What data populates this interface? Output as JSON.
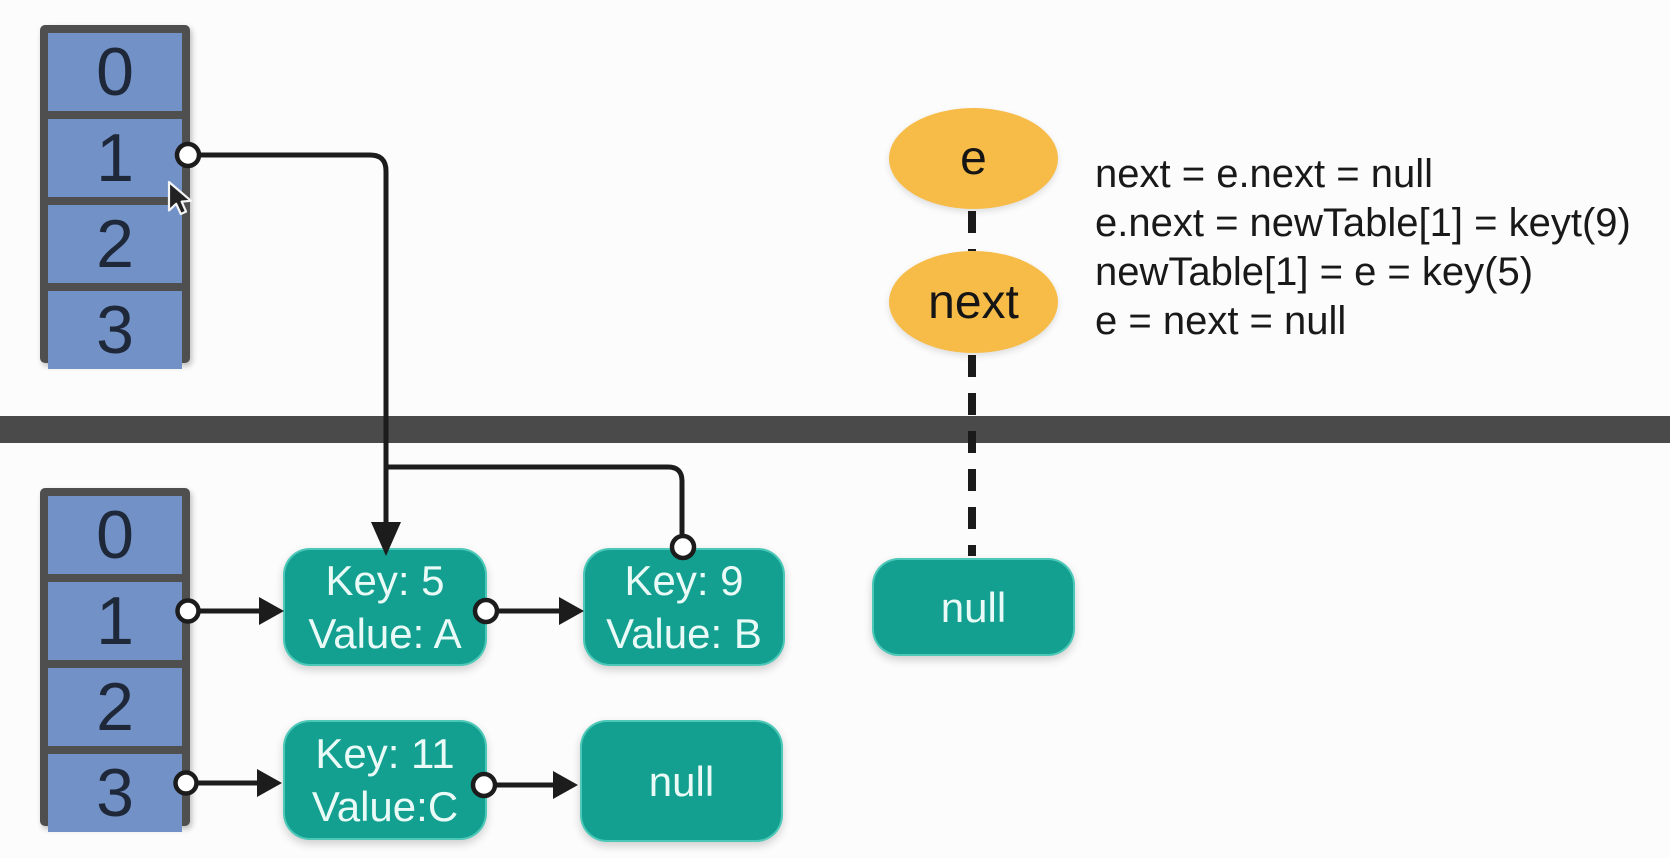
{
  "canvas": {
    "background": "#FCFCFC"
  },
  "colors": {
    "array_cell_fill": "#7191C7",
    "array_border": "#4F4F4F",
    "array_number_text": "#1E2838",
    "node_fill": "#13A090",
    "node_rim": "#5FD6C5",
    "node_text": "#EAFBF7",
    "ellipse_fill": "#F7BB47",
    "ellipse_text": "#151515",
    "divider": "#4A4A4A",
    "wire": "#1C1C1C",
    "code_text": "#191919"
  },
  "old_table": {
    "cells": [
      "0",
      "1",
      "2",
      "3"
    ]
  },
  "new_table": {
    "cells": [
      "0",
      "1",
      "2",
      "3"
    ]
  },
  "nodes": {
    "key5": {
      "line1": "Key: 5",
      "line2": "Value: A"
    },
    "key9": {
      "line1": "Key: 9",
      "line2": "Value: B"
    },
    "key11": {
      "line1": "Key: 11",
      "line2": "Value:C"
    },
    "null_bottom": {
      "line1": "null"
    },
    "null_right": {
      "line1": "null"
    }
  },
  "pointers": {
    "e_label": "e",
    "next_label": "next"
  },
  "code": {
    "lines": [
      "next = e.next = null",
      "e.next = newTable[1] = keyt(9)",
      "newTable[1] = e = key(5)",
      "e = next = null"
    ]
  }
}
